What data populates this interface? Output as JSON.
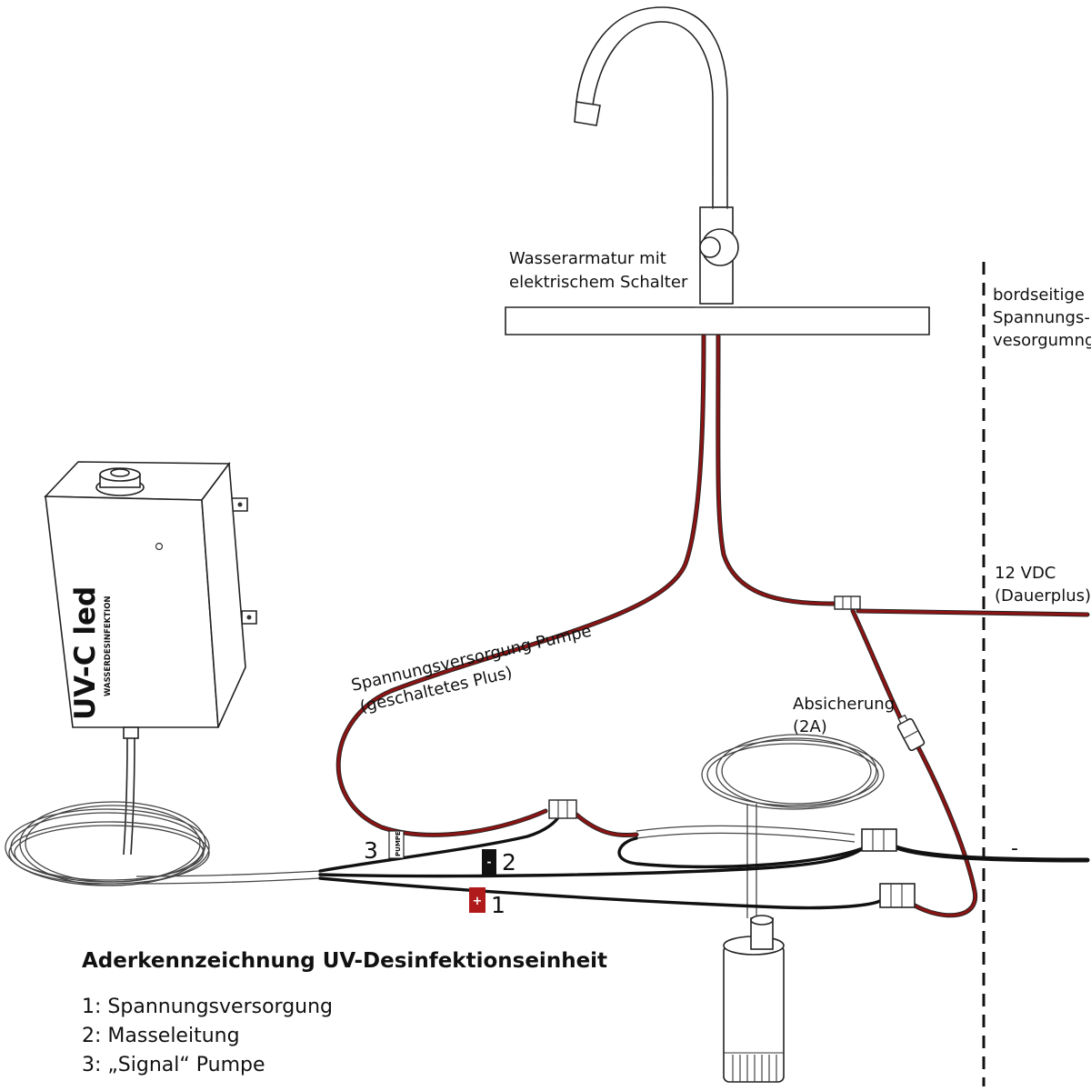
{
  "labels": {
    "faucet": [
      "Wasserarmatur mit",
      "elektrischem Schalter"
    ],
    "onboard": [
      "bordseitige",
      "Spannungs-",
      "vesorgumng"
    ],
    "vdc": [
      "12 VDC",
      "(Dauerplus)"
    ],
    "pump_supply": [
      "Spannungsversorgung Pumpe",
      "(geschaltetes Plus)"
    ],
    "fuse": [
      "Absicherung",
      "(2A)"
    ],
    "minus": "-"
  },
  "device": {
    "brand": "UV-C led",
    "subtitle": "WASSERDESINFEKTION"
  },
  "wire_tags": {
    "pump_tag": "PUMPE",
    "minus_tag": "-",
    "plus_tag": "+",
    "n3": "3",
    "n2": "2",
    "n1": "1"
  },
  "legend": {
    "title": "Aderkennzeichnung UV-Desinfektionseinheit",
    "items": [
      "1: Spannungsversorgung",
      "2: Masseleitung",
      "3: „Signal“ Pumpe"
    ]
  },
  "colors": {
    "positive_wire": "#8b1414",
    "ground_wire": "#111111"
  }
}
